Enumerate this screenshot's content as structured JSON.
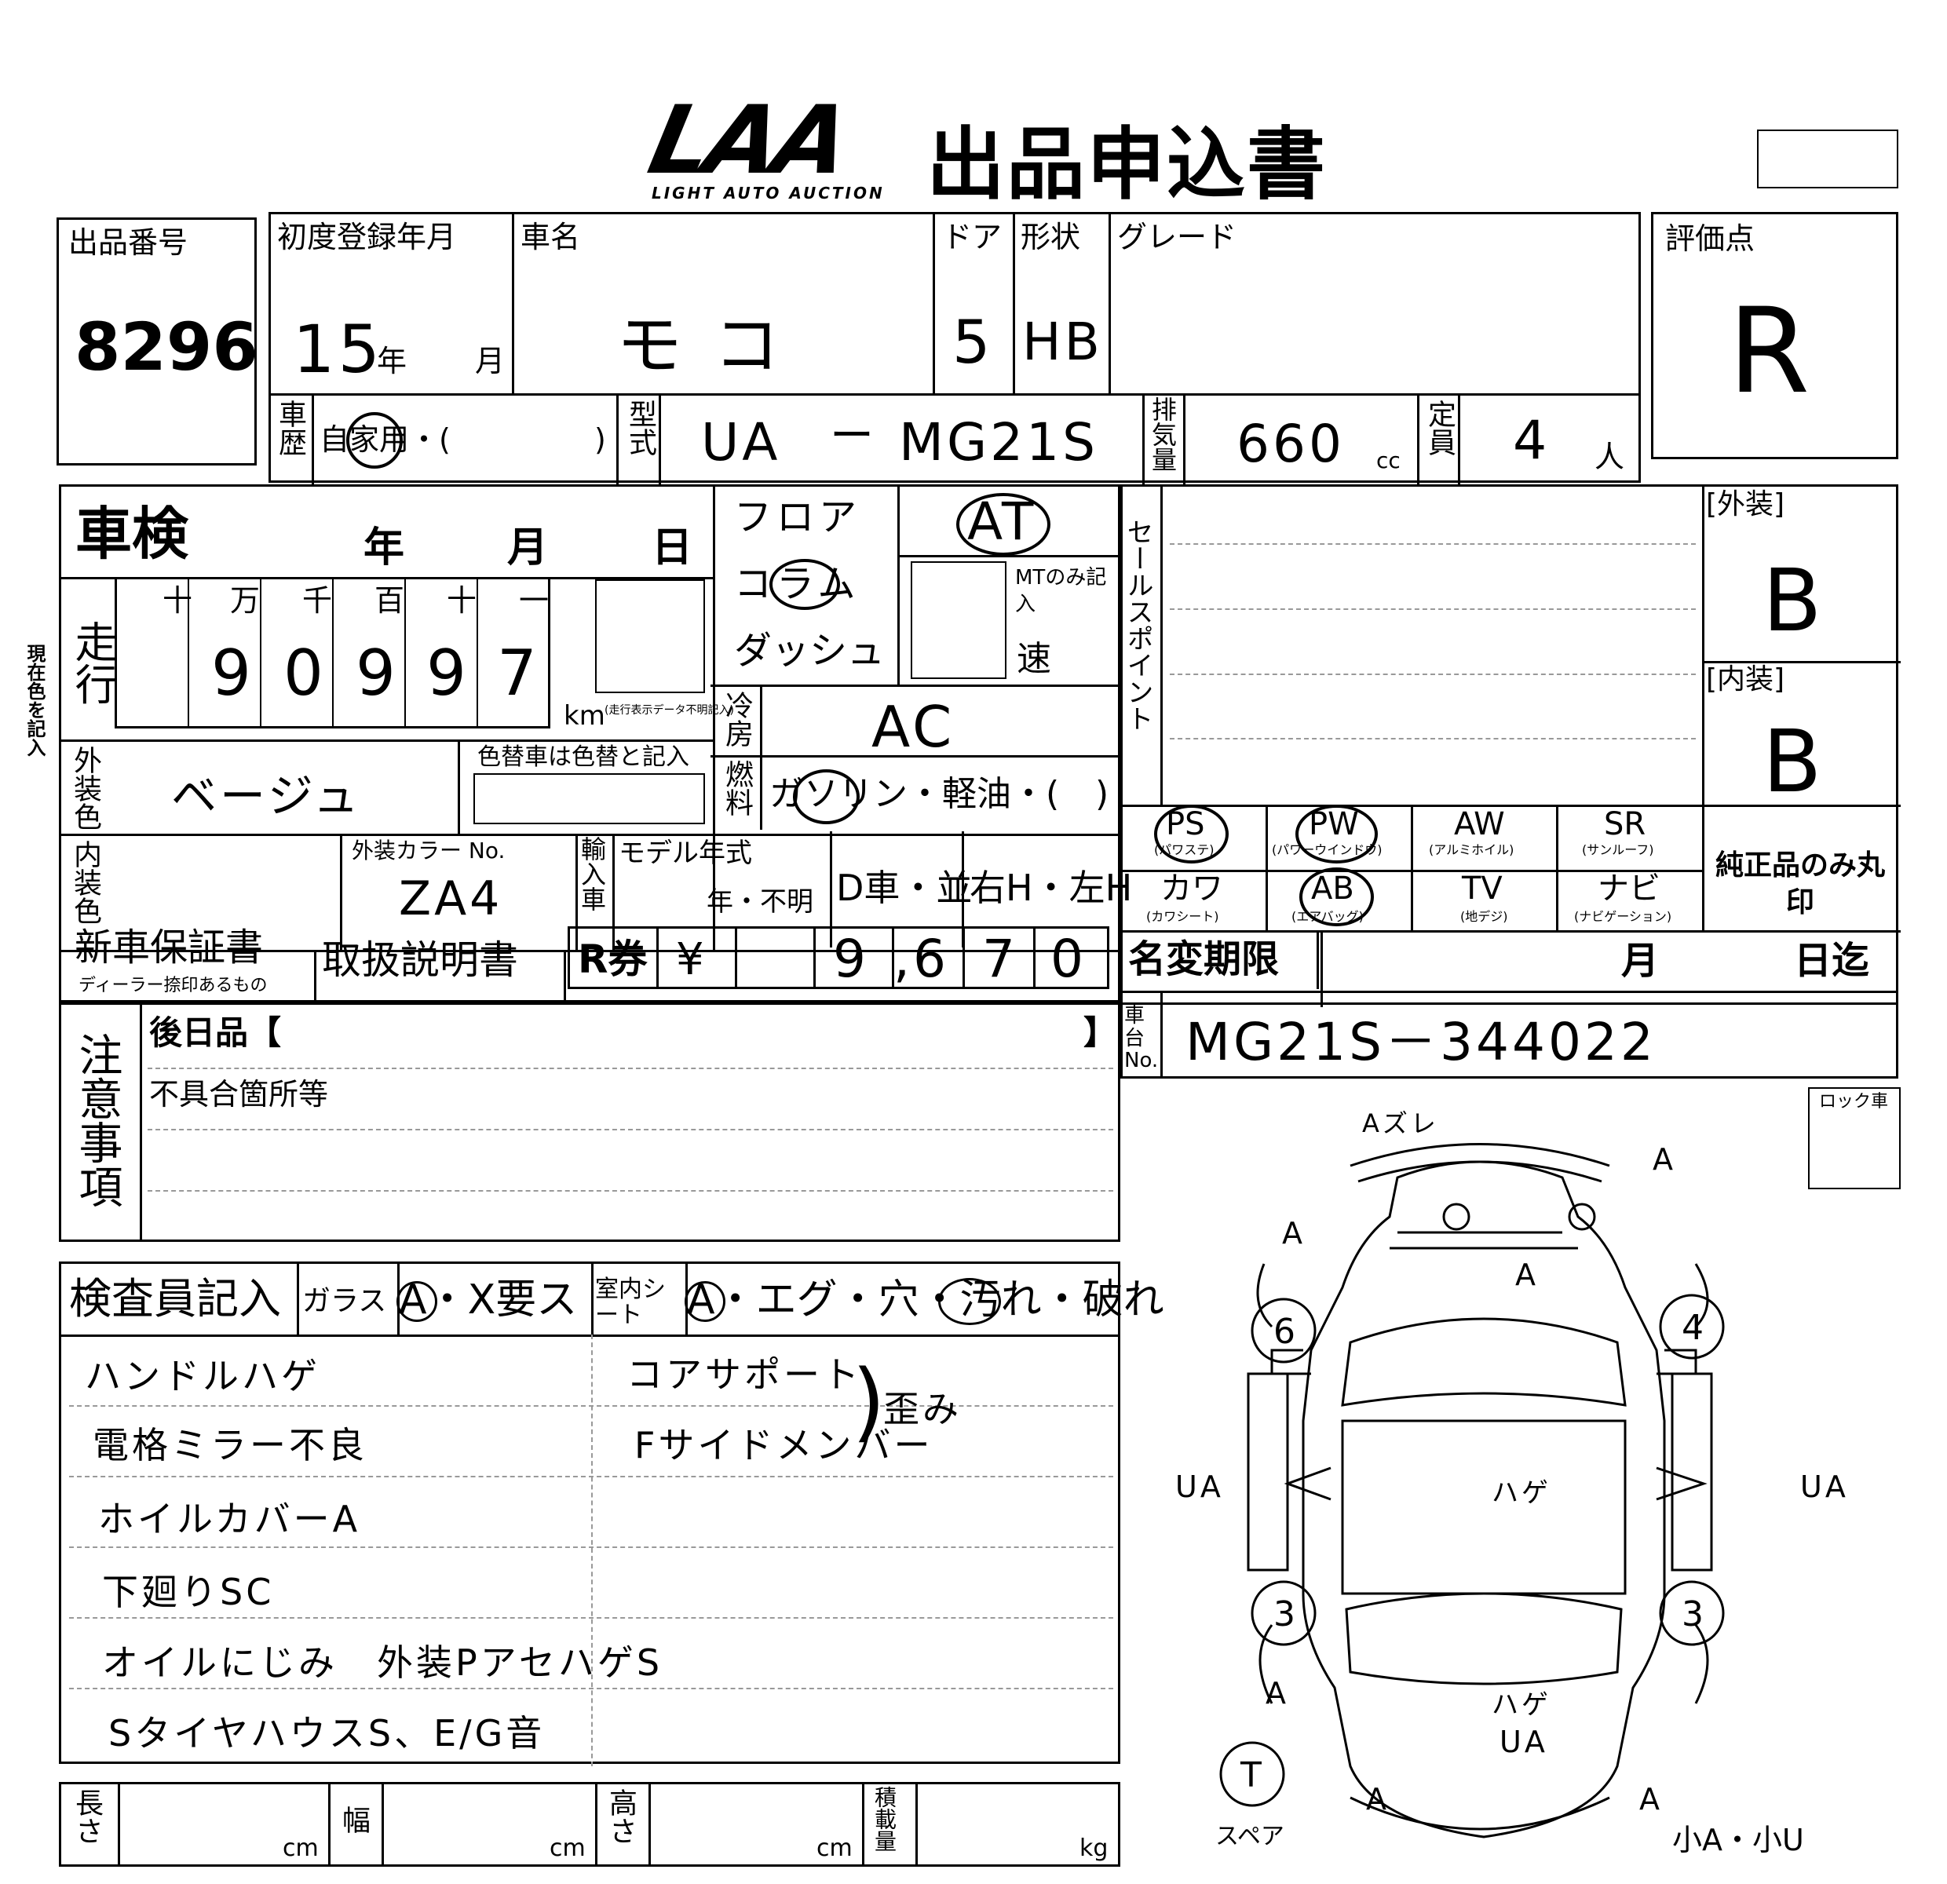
{
  "header": {
    "logo_text": "LAA",
    "logo_sub": "LIGHT AUTO AUCTION",
    "title": "出品申込書"
  },
  "lot": {
    "label": "出品番号",
    "value": "8296"
  },
  "first_reg": {
    "label": "初度登録年月",
    "year_value": "15",
    "year_unit": "年",
    "month_unit": "月"
  },
  "car_name": {
    "label": "車名",
    "value": "モコ"
  },
  "doors": {
    "label": "ドア",
    "value": "5"
  },
  "shape": {
    "label": "形状",
    "value": "HB"
  },
  "grade": {
    "label": "グレード",
    "value": ""
  },
  "score": {
    "label": "評価点",
    "value": "R"
  },
  "history": {
    "label": "車歴",
    "options": "自家用・(",
    "close": ")"
  },
  "model": {
    "label": "型式",
    "prefix": "UA",
    "dash": "ー",
    "value": "MG21S"
  },
  "displacement": {
    "label": "排気量",
    "value": "660",
    "unit": "cc"
  },
  "capacity": {
    "label": "定員",
    "value": "4",
    "unit": "人"
  },
  "inspection": {
    "label": "車検",
    "year": "年",
    "month": "月",
    "day": "日"
  },
  "shift": {
    "floor": "フロア",
    "column": "コラム",
    "dash": "ダッシュ",
    "trans": "AT",
    "mt_note": "MTのみ記入",
    "speed": "速"
  },
  "mileage": {
    "label": "走行",
    "headers": [
      "十",
      "万",
      "千",
      "百",
      "十",
      "一"
    ],
    "digits": [
      "",
      "9",
      "0",
      "9",
      "9",
      "7"
    ],
    "unit": "km",
    "unit_note": "(走行表示データ不明記入)"
  },
  "ac": {
    "label": "冷房",
    "value": "AC"
  },
  "fuel": {
    "label": "燃料",
    "options": "ガソリン・軽油・(",
    "close": ")"
  },
  "ext_color": {
    "label": "外装色",
    "value": "ベージュ",
    "repaint_note": "色替車は色替と記入"
  },
  "int_color": {
    "label": "内装色"
  },
  "color_no": {
    "label": "外装カラー No.",
    "value": "ZA4"
  },
  "import": {
    "label": "輸入車",
    "model_year": "モデル年式",
    "year_unknown": "年・不明",
    "dealer": "D車・並",
    "handle": "右H・左H"
  },
  "warranty": {
    "label": "新車保証書",
    "note": "ディーラー捺印あるもの"
  },
  "manual": {
    "label": "取扱説明書"
  },
  "recycle": {
    "label": "R券",
    "yen": "¥",
    "digits": [
      "",
      "9",
      ",6",
      "7",
      "0"
    ]
  },
  "sales_point": {
    "label": "セールスポイント"
  },
  "exterior": {
    "label": "[外装]",
    "value": "B"
  },
  "interior": {
    "label": "[内装]",
    "value": "B"
  },
  "equipment": {
    "row1": [
      {
        "code": "PS",
        "sub": "(パワステ)",
        "circled": true
      },
      {
        "code": "PW",
        "sub": "(パワーウインドウ)",
        "circled": true
      },
      {
        "code": "AW",
        "sub": "(アルミホイル)",
        "circled": false
      },
      {
        "code": "SR",
        "sub": "(サンルーフ)",
        "circled": false
      }
    ],
    "row2": [
      {
        "code": "カワ",
        "sub": "(カワシート)",
        "circled": false
      },
      {
        "code": "AB",
        "sub": "(エアバッグ)",
        "circled": true
      },
      {
        "code": "TV",
        "sub": "(地デジ)",
        "circled": false
      },
      {
        "code": "ナビ",
        "sub": "(ナビゲーション)",
        "circled": false
      }
    ],
    "genuine_note": "純正品のみ丸印"
  },
  "name_change": {
    "label": "名変期限",
    "month": "月",
    "day": "日迄"
  },
  "chassis": {
    "label": "車台No.",
    "value": "MG21S－344022"
  },
  "notes": {
    "label": "注意事項",
    "later": "後日品【",
    "later_close": "】",
    "defects": "不具合箇所等"
  },
  "inspector": {
    "label": "検査員記入",
    "glass": "ガラス",
    "glass_opts": "A・X要ス",
    "seat": "室内シート",
    "seat_opts": "A・エグ・穴・汚れ・破れ",
    "lines_left": [
      "ハンドルハゲ",
      "電格ミラー不良",
      "ホイルカバーA",
      "下廻りSC",
      "オイルにじみ　外装PアセハゲS",
      "SタイヤハウスS、E/G音"
    ],
    "lines_right": [
      "コアサポート",
      "Fサイドメンバー"
    ],
    "right_note": "歪み"
  },
  "dimensions": {
    "length": "長さ",
    "width": "幅",
    "height": "高さ",
    "load": "積載量",
    "cm": "cm",
    "kg": "kg"
  },
  "side_note": "現在色を記入",
  "diagram": {
    "lock_label": "ロック車",
    "spare_label": "スペア",
    "spare_mark": "T",
    "legend": "小A・小U",
    "marks": [
      "Aズレ",
      "A",
      "A",
      "A",
      "ハゲ",
      "UA",
      "UA",
      "A",
      "ハゲ",
      "UA",
      "A",
      "A",
      "6",
      "4",
      "3",
      "3"
    ]
  }
}
